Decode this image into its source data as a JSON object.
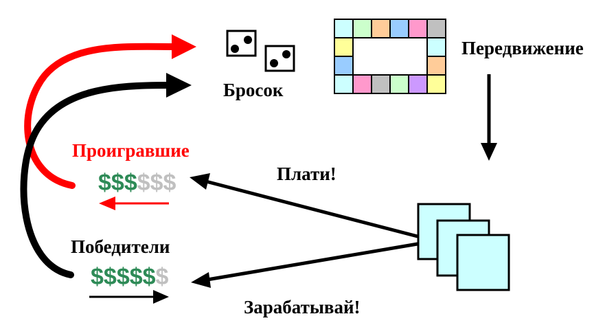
{
  "labels": {
    "roll": "Бросок",
    "move": "Передвижение",
    "losers": "Проигравшие",
    "winners": "Победители",
    "pay": "Плати!",
    "earn": "Зарабатывай!"
  },
  "money": {
    "losers_full": "$$$",
    "losers_empty": "$$$",
    "winners_full": "$$$$$",
    "winners_empty": "$"
  },
  "colors": {
    "red": "#ff0000",
    "black": "#000000",
    "money_green": "#2e8b57",
    "money_gray": "#c0c0c0",
    "card_fill": "#ccffff",
    "board_top": [
      "#ccffff",
      "#ccffcc",
      "#ffcc99",
      "#99ccff",
      "#ff99cc",
      "#c0c0c0"
    ],
    "board_right": [
      "#ccffff",
      "#ffcc99"
    ],
    "board_bottom": [
      "#ccffff",
      "#ff99cc",
      "#c0c0c0",
      "#ccffcc",
      "#cc99ff",
      "#ffff99"
    ],
    "board_left": [
      "#ffff99",
      "#99ccff"
    ]
  },
  "icons": {
    "dice": "die-icon",
    "board": "game-board-icon",
    "cards": "card-stack-icon"
  }
}
